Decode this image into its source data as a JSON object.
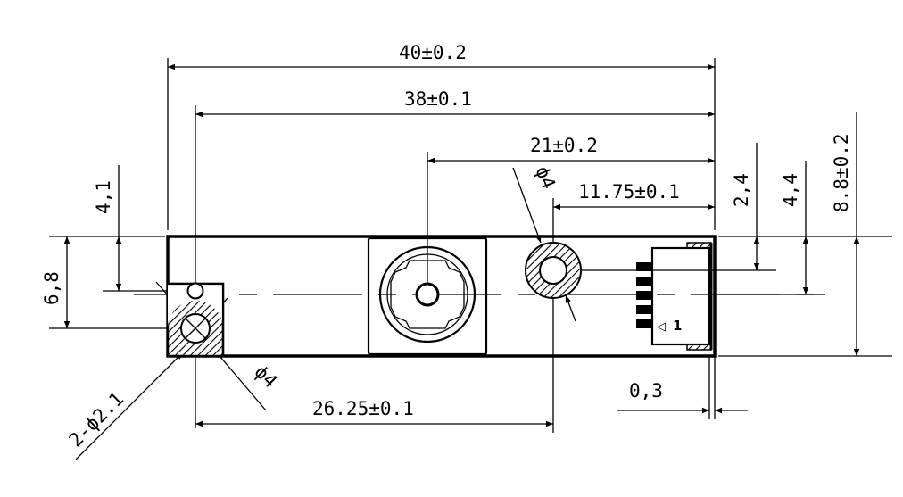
{
  "drawing": {
    "dimensions": {
      "overall_length": "40±0.2",
      "hole_to_edge": "38±0.1",
      "lens_to_edge": "21±0.2",
      "hole_right_to_edge": "11.75±0.1",
      "hole_spacing": "26.25±0.1",
      "offset": "0,3",
      "height_2_4": "2,4",
      "height_4_4": "4,4",
      "overall_height": "8.8±0.2",
      "left_4_1": "4,1",
      "left_6_8": "6,8",
      "dia_right": "ϕ4",
      "dia_left": "ϕ4",
      "mount_holes": "2-ϕ2.1"
    },
    "connector_pin_label": "1",
    "connector_marker": "◁"
  }
}
